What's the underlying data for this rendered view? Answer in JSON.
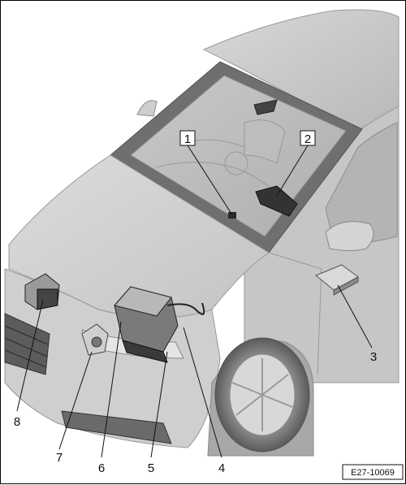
{
  "figure": {
    "reference": "E27-10069",
    "callouts": [
      {
        "id": "1",
        "text": "1"
      },
      {
        "id": "2",
        "text": "2"
      },
      {
        "id": "3",
        "text": "3"
      },
      {
        "id": "4",
        "text": "4"
      },
      {
        "id": "5",
        "text": "5"
      },
      {
        "id": "6",
        "text": "6"
      },
      {
        "id": "7",
        "text": "7"
      },
      {
        "id": "8",
        "text": "8"
      }
    ]
  }
}
